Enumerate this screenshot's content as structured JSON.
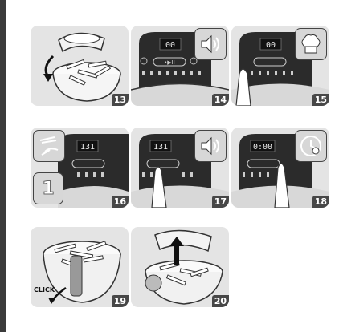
{
  "steps": [
    {
      "number": "13"
    },
    {
      "number": "14",
      "display": "00",
      "icon": "speaker-icon"
    },
    {
      "number": "15",
      "display": "00",
      "icon": "chef-hat-icon"
    },
    {
      "number": "16",
      "display": "131",
      "icon": "food-category-icon",
      "badge": "1"
    },
    {
      "number": "17",
      "display": "131",
      "icon": "speaker-icon"
    },
    {
      "number": "18",
      "display": "0:00",
      "icon": "timer-icon"
    },
    {
      "number": "19",
      "label": "CLICK"
    },
    {
      "number": "20"
    }
  ],
  "colors": {
    "tile_bg": "#e4e4e4",
    "dark": "#2b2b2b",
    "badge": "#474747"
  }
}
